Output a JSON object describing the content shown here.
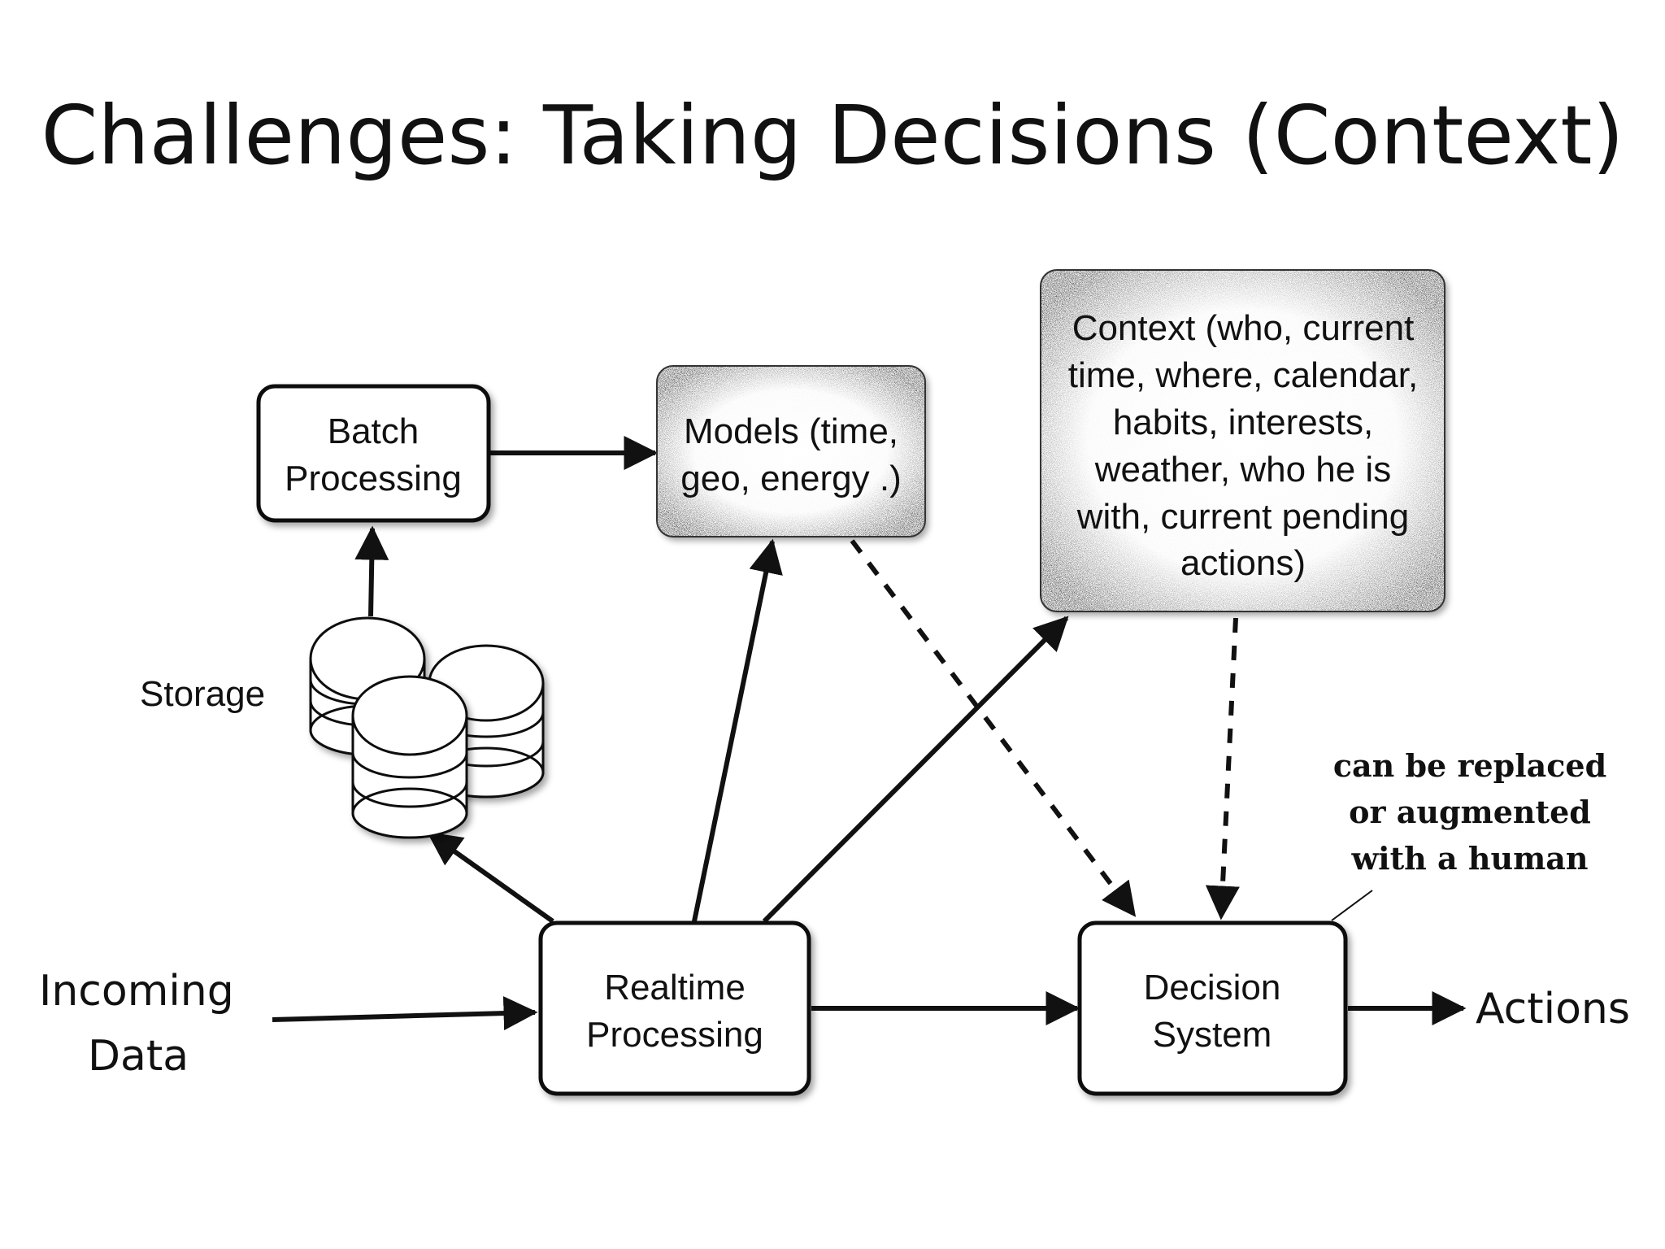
{
  "slide": {
    "title": "Challenges: Taking Decisions (Context)"
  },
  "diagram": {
    "nodes": {
      "batch_processing": [
        "Batch",
        "Processing"
      ],
      "models": [
        "Models (time,",
        "geo, energy .)"
      ],
      "context": [
        "Context (who, current",
        "time, where, calendar,",
        "habits, interests,",
        "weather, who he is",
        "with, current pending",
        "actions)"
      ],
      "realtime_processing": [
        "Realtime",
        "Processing"
      ],
      "decision_system": [
        "Decision",
        "System"
      ],
      "storage": "Storage",
      "incoming_data": [
        "Incoming",
        "Data"
      ],
      "actions": "Actions"
    },
    "annotation": [
      "can be replaced",
      "or augmented",
      "with a human"
    ],
    "edges": [
      {
        "from": "incoming_data",
        "to": "realtime_processing",
        "style": "solid"
      },
      {
        "from": "realtime_processing",
        "to": "storage",
        "style": "solid"
      },
      {
        "from": "storage",
        "to": "batch_processing",
        "style": "solid"
      },
      {
        "from": "batch_processing",
        "to": "models",
        "style": "solid"
      },
      {
        "from": "realtime_processing",
        "to": "models",
        "style": "solid"
      },
      {
        "from": "realtime_processing",
        "to": "context",
        "style": "solid"
      },
      {
        "from": "realtime_processing",
        "to": "decision_system",
        "style": "solid"
      },
      {
        "from": "models",
        "to": "decision_system",
        "style": "dashed"
      },
      {
        "from": "context",
        "to": "decision_system",
        "style": "dashed"
      },
      {
        "from": "decision_system",
        "to": "actions",
        "style": "solid"
      }
    ]
  }
}
